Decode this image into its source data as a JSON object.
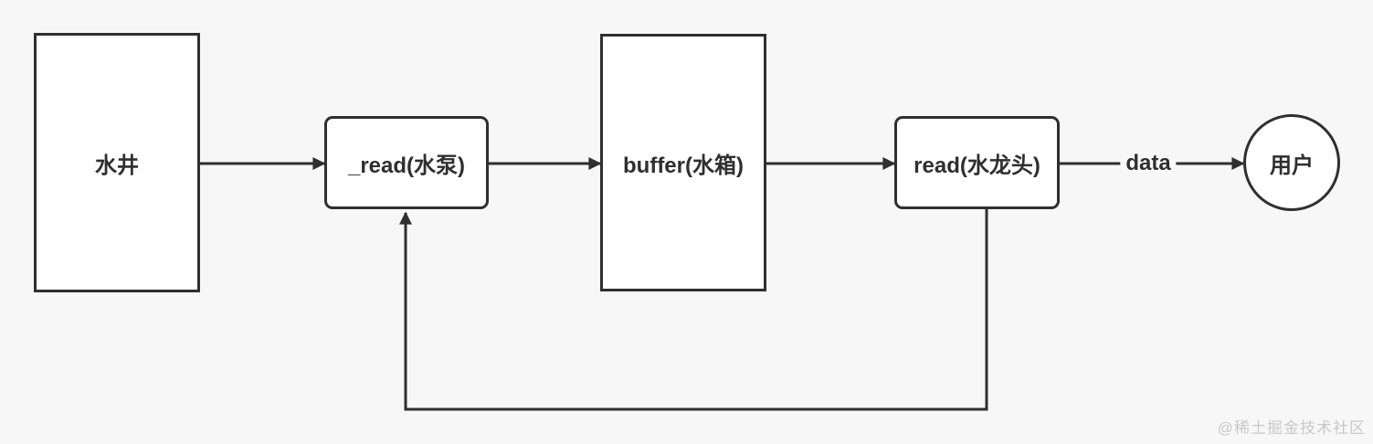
{
  "diagram": {
    "type": "flow-diagram",
    "nodes": {
      "well": {
        "label": "水井",
        "shape": "rectangle"
      },
      "pump": {
        "label": "_read(水泵)",
        "shape": "rounded-rectangle"
      },
      "buffer": {
        "label": "buffer(水箱)",
        "shape": "rectangle"
      },
      "tap": {
        "label": "read(水龙头)",
        "shape": "rounded-rectangle"
      },
      "user": {
        "label": "用户",
        "shape": "circle"
      }
    },
    "edges": [
      {
        "from": "well",
        "to": "pump",
        "label": ""
      },
      {
        "from": "pump",
        "to": "buffer",
        "label": ""
      },
      {
        "from": "buffer",
        "to": "tap",
        "label": ""
      },
      {
        "from": "tap",
        "to": "user",
        "label": "data"
      },
      {
        "from": "tap",
        "to": "pump",
        "label": "",
        "type": "feedback-loop"
      }
    ],
    "colors": {
      "background": "#f7f7f7",
      "node_fill": "#ffffff",
      "stroke": "#2f2f2f",
      "watermark_text": "#c9c9c9"
    },
    "watermark": "@稀土掘金技术社区"
  }
}
